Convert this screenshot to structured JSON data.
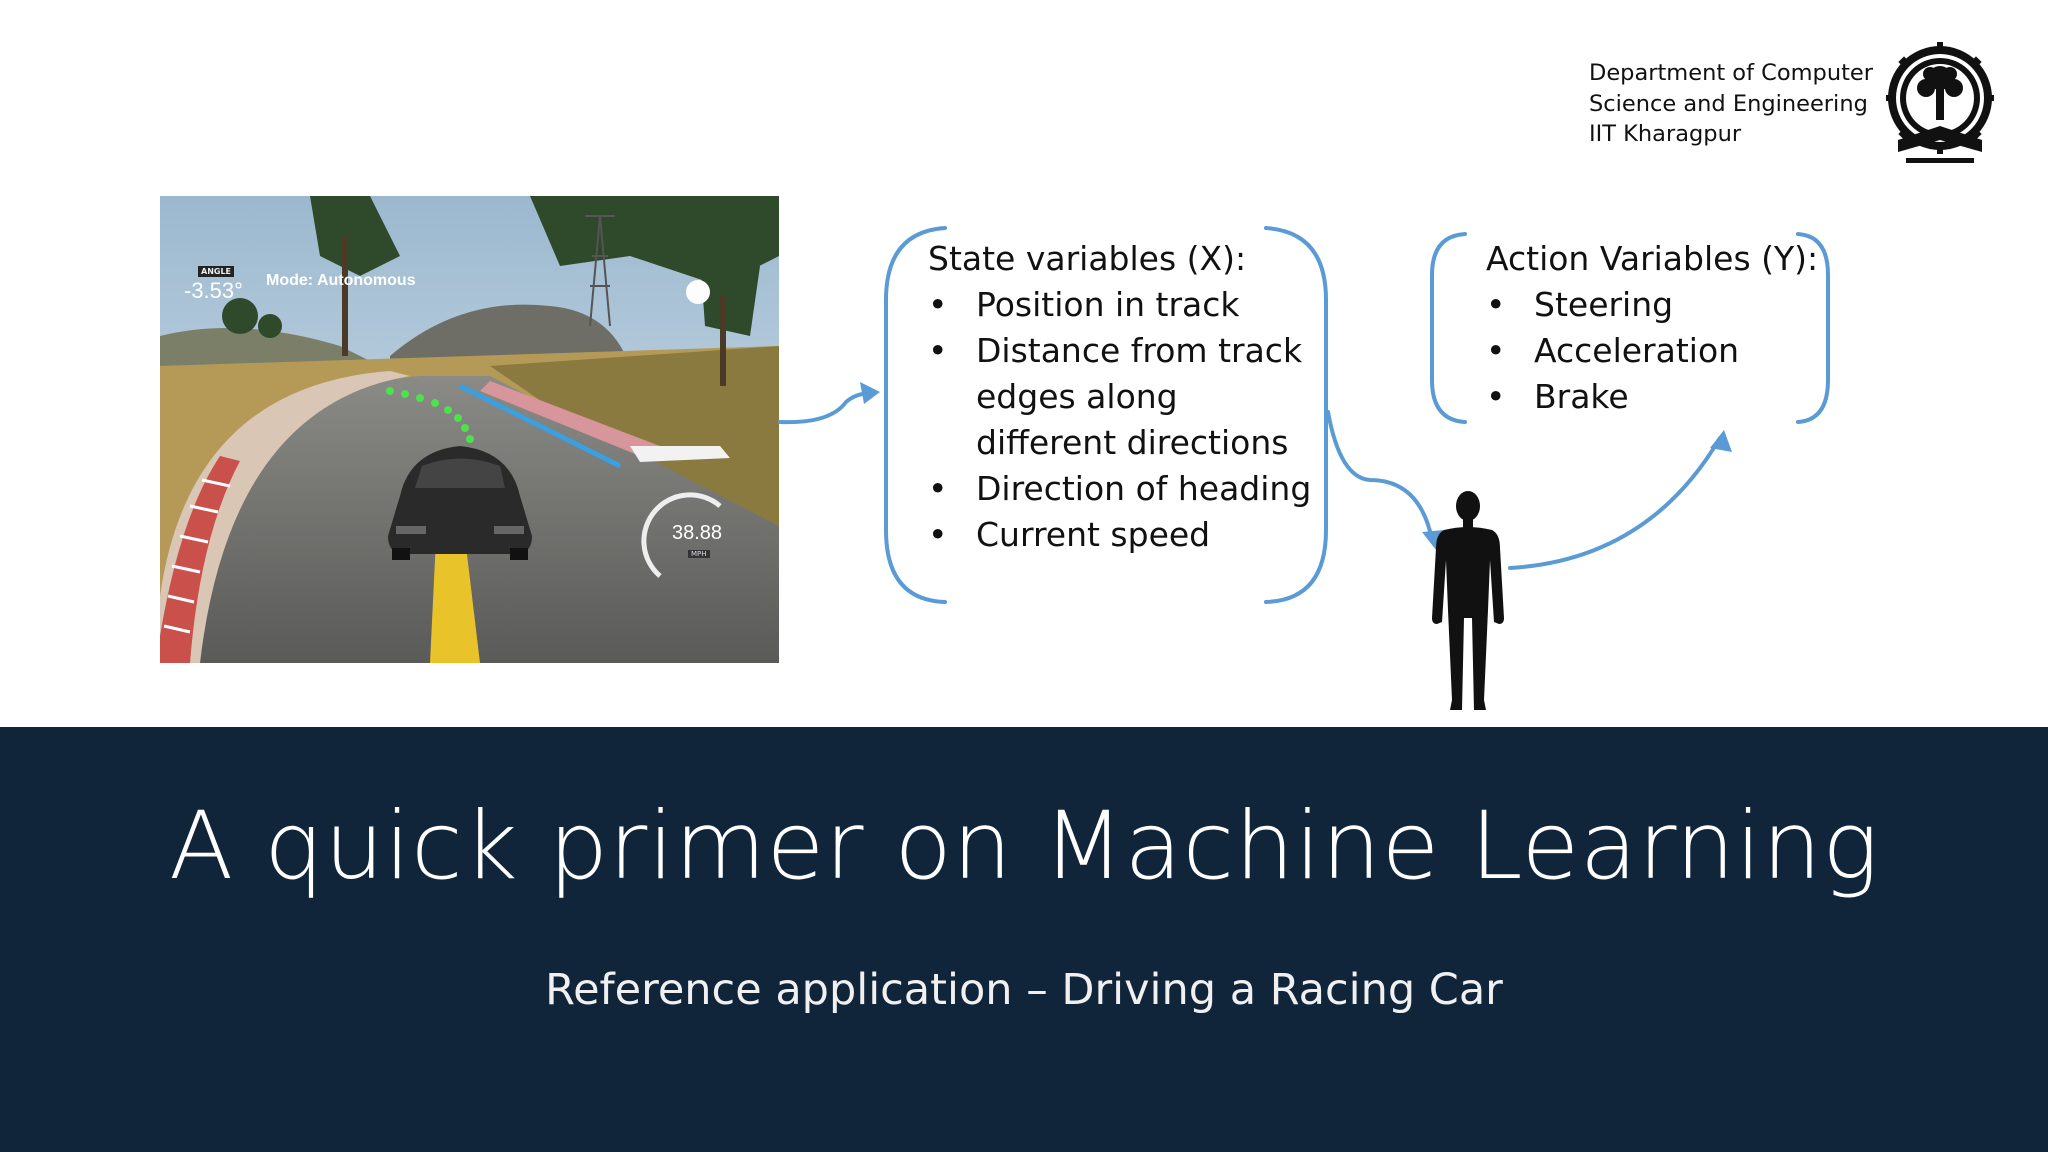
{
  "header": {
    "department_lines": [
      "Department of Computer",
      "Science and Engineering",
      "IIT Kharagpur"
    ]
  },
  "simulator": {
    "angle_label": "ANGLE",
    "angle_value": "-3.53°",
    "mode": "Mode: Autonomous",
    "speed": "38.88",
    "speed_unit": "MPH"
  },
  "state_box": {
    "title": "State variables (X):",
    "items": [
      "Position in track",
      "Distance from track edges along different directions",
      "Direction of heading",
      "Current speed"
    ]
  },
  "action_box": {
    "title": "Action Variables (Y):",
    "items": [
      "Steering",
      "Acceleration",
      "Brake"
    ]
  },
  "bullet": "•",
  "footer": {
    "title": "A quick primer on Machine Learning",
    "subtitle": "Reference application – Driving a Racing Car"
  },
  "colors": {
    "band": "#11253a",
    "bracket": "#5b9bd5"
  },
  "icons": [
    "iit-kharagpur-logo-icon",
    "human-silhouette-icon",
    "arrow-icon"
  ]
}
